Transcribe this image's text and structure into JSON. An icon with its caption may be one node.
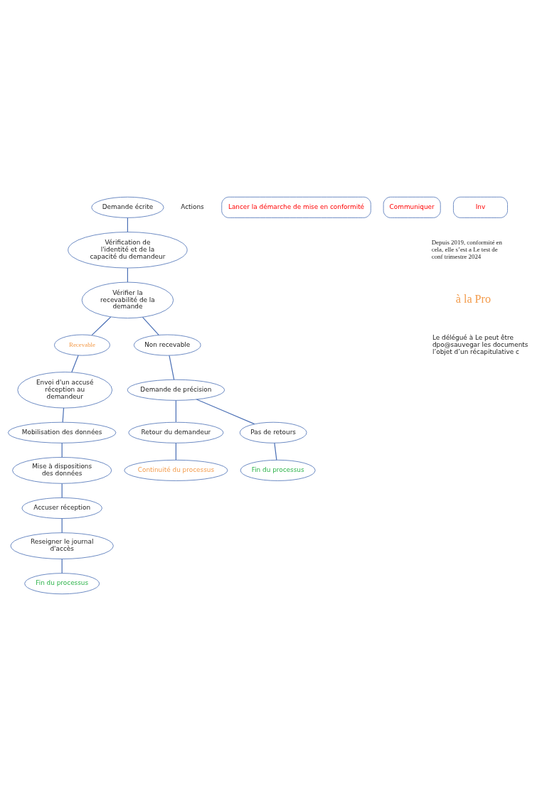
{
  "diagram": {
    "nodes": [
      {
        "text": [
          "Demande écrite"
        ]
      },
      {
        "text": [
          "Vérification de l'identité et de la capacité du demandeur"
        ]
      },
      {
        "text": [
          "Vérifier la recevabilité de la demande"
        ]
      },
      {
        "text": [
          "Recevable"
        ]
      },
      {
        "text": [
          "Non recevable"
        ]
      },
      {
        "text": [
          "Envoi d'un accusé réception au demandeur"
        ]
      },
      {
        "text": [
          "Mobilisation des données"
        ]
      },
      {
        "text": [
          "Mise à dispositions des données"
        ]
      },
      {
        "text": [
          "Accuser réception"
        ]
      },
      {
        "text": [
          "Reseigner le journal d'accès"
        ]
      },
      {
        "text": [
          "Fin du processus"
        ]
      },
      {
        "text": [
          "Demande de précision"
        ]
      },
      {
        "text": [
          "Retour du demandeur"
        ]
      },
      {
        "text": [
          "Pas de retours"
        ]
      },
      {
        "text": [
          "Continuité du processus"
        ]
      },
      {
        "text": [
          "Fin du processus"
        ]
      },
      {
        "text": [
          "Lancer la démarche de mise en conformité"
        ]
      },
      {
        "text": [
          "Communiquer"
        ]
      },
      {
        "text": [
          "Inv"
        ]
      }
    ],
    "edges": [
      {
        "from": 0,
        "to": 1,
        "arrow": "none"
      },
      {
        "from": 1,
        "to": 2,
        "arrow": "none"
      },
      {
        "from": 2,
        "to": 3,
        "arrow": "none"
      },
      {
        "from": 2,
        "to": 4,
        "arrow": "none"
      },
      {
        "from": 3,
        "to": 5,
        "arrow": "none"
      },
      {
        "from": 5,
        "to": 6,
        "arrow": "none"
      },
      {
        "from": 6,
        "to": 7,
        "arrow": "none"
      },
      {
        "from": 7,
        "to": 8,
        "arrow": "none"
      },
      {
        "from": 8,
        "to": 9,
        "arrow": "none"
      },
      {
        "from": 9,
        "to": 10,
        "arrow": "none"
      },
      {
        "from": 4,
        "to": 11,
        "arrow": "none"
      },
      {
        "from": 11,
        "to": 12,
        "arrow": "none"
      },
      {
        "from": 11,
        "to": 13,
        "arrow": "none"
      },
      {
        "from": 12,
        "to": 14,
        "arrow": "none"
      },
      {
        "from": 13,
        "to": 15,
        "arrow": "none"
      }
    ],
    "labels": [
      "Actions",
      "Depuis 2019, conformité en cela, elle s’est a Le test de conf trimestre 2024",
      "à la Pro",
      "Le délégué à Le peut être dpo@sauvegar les documents l’objet d’un récapitulative c"
    ]
  }
}
